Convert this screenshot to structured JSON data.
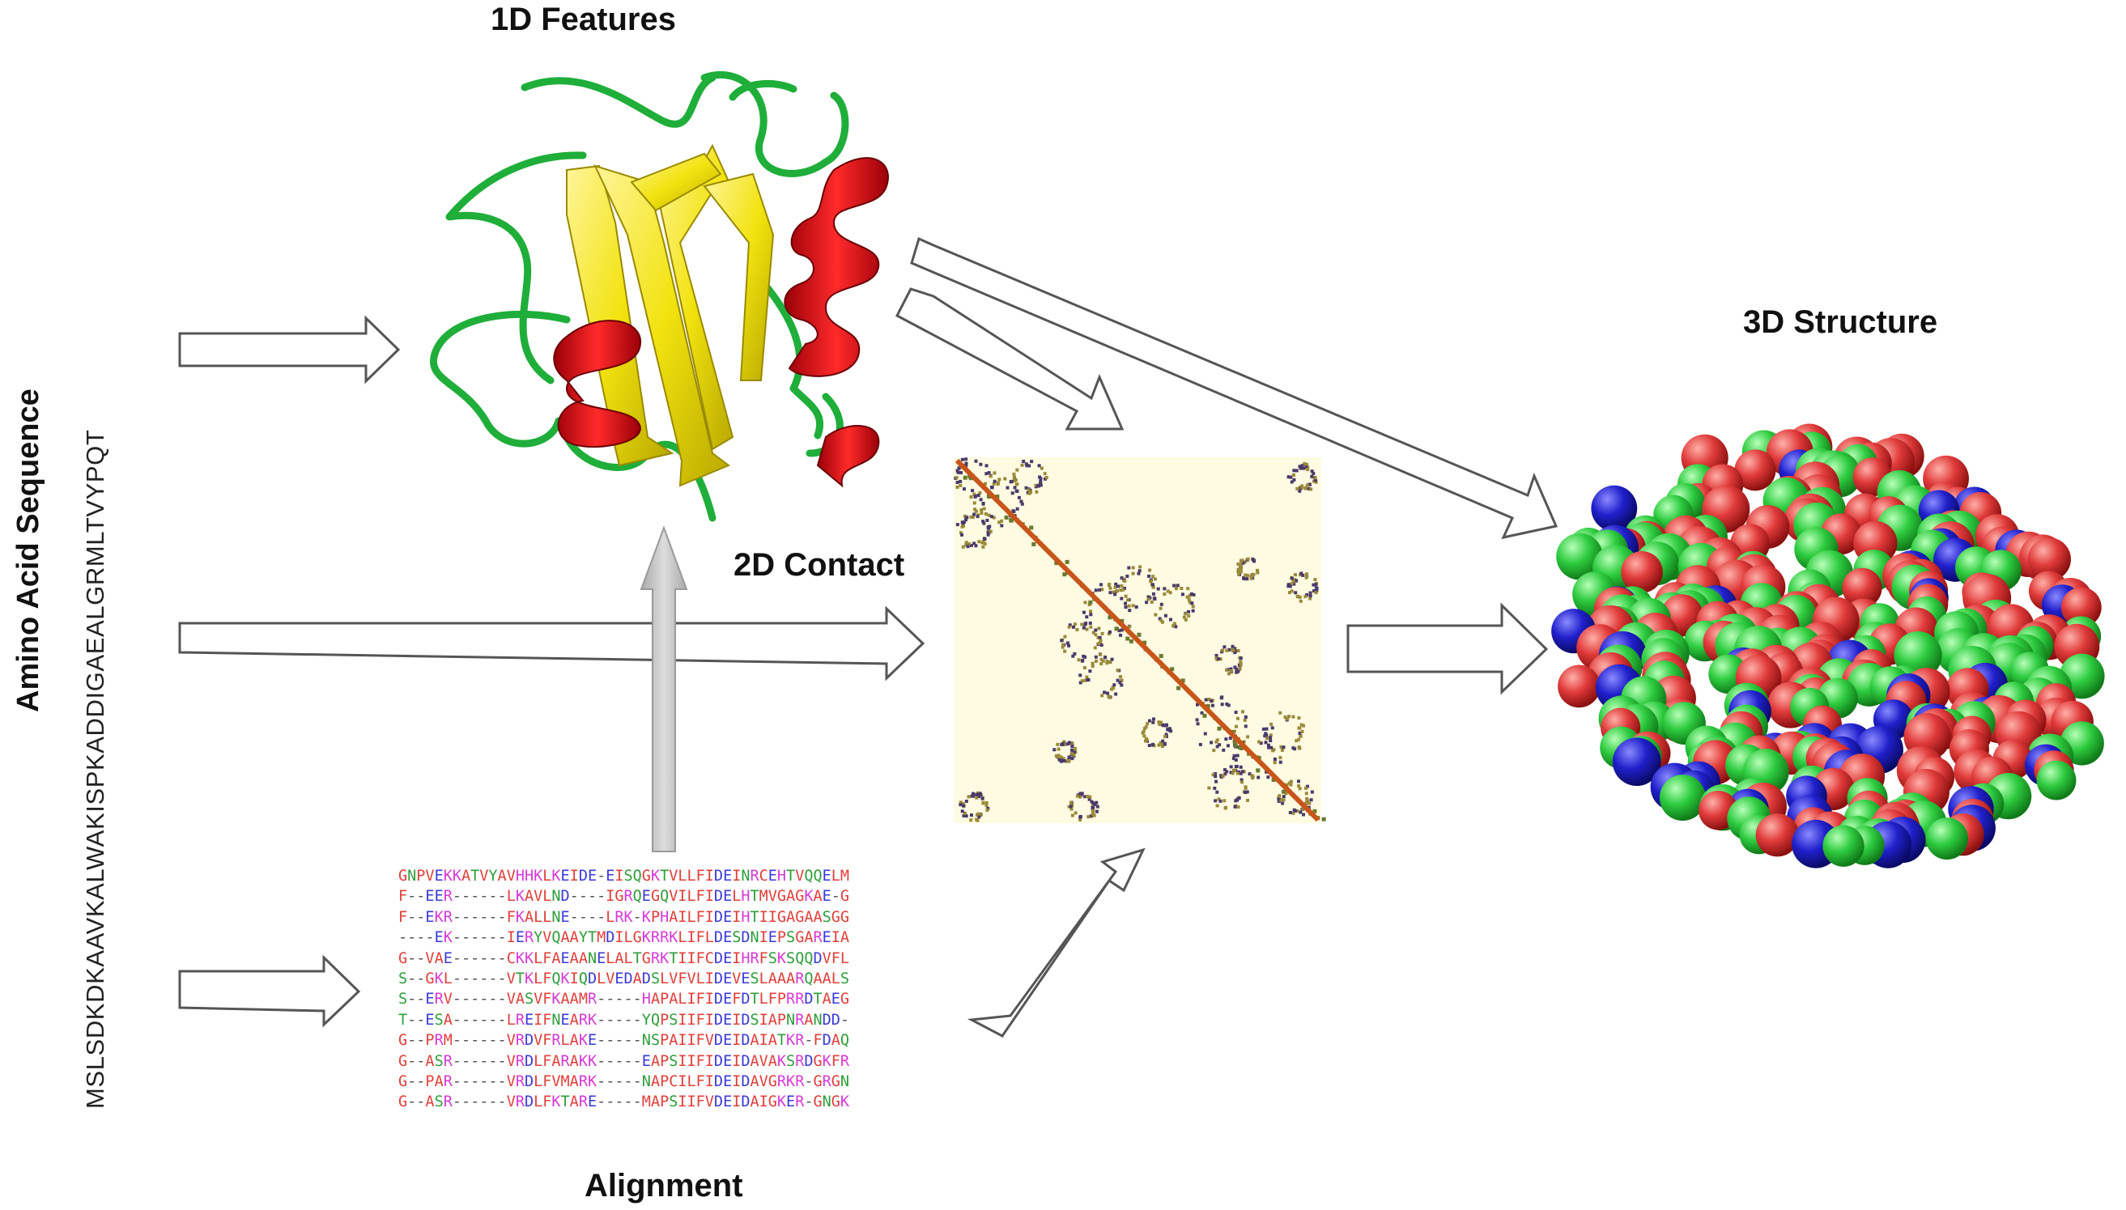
{
  "labels": {
    "features_1d": "1D Features",
    "contact_2d": "2D Contact",
    "structure_3d": "3D Structure",
    "alignment": "Alignment",
    "sequence_title": "Amino Acid Sequence"
  },
  "sequence": "MSLSDKDKAAVKALWAKISPKADDIGAEALGRMLTVYPQT",
  "alignment_rows": [
    "GNPVEKKATVYAVHHKLKEIDE-EISQGKTVLLFIDEINRCEHTVQQELM",
    "F--EER------LKAVLND----IGRQEGQVILFIDELHTMVGAGKAE-G",
    "F--EKR------FKALLNE----LRK-KPHAILFIDEIHTIIGAGAASGG",
    "----EK------IERYVQAAYTMDILGKRRKLIFLDESDNIEPSGAREIA",
    "G--VAE------CKKLFAEAANELALTGRKTIIFCDEIHRFSKSQQDVFL",
    "S--GKL------VTKLFQKIQDLVEDADSLVFVLIDEVESLAAARQAALS",
    "S--ERV------VASVFKAAMR-----HAPALIFIDEFDTLFPRRDTAEG",
    "T--ESA------LREIFNEARK-----YQPSIIFIDEIDSIAPNRANDD-",
    "G--PRM------VRDVFRLAKE-----NSPAIIFVDEIDAIATKR-FDAQ",
    "G--ASR------VRDLFARAKK-----EAPSIIFIDEIDAVAKSRDGKFR",
    "G--PAR------VRDLFVMARK-----NAPCILFIDEIDAVGRKR-GRGN",
    "G--ASR------VRDLFKTARE-----MAPSIIFVDEIDAIGKER-GNGK"
  ],
  "colors": {
    "helix": "#e0101a",
    "strand": "#f2e30f",
    "loop": "#1fae3a",
    "atom_oxygen": "#e03a3a",
    "atom_carbon": "#2ecc40",
    "atom_nitrogen": "#2020cc",
    "contact_bg": "#fffbe2",
    "contact_diag": "#c8551a",
    "contact_mark": "#4a3a6a",
    "arrow_outline": "#555555",
    "arrow_gray": "#bdbdbd",
    "aa_hydrophobic": "#e0403a",
    "aa_acidic": "#3a3ad6",
    "aa_basic": "#d63ad6",
    "aa_polar": "#2e9e3a"
  }
}
